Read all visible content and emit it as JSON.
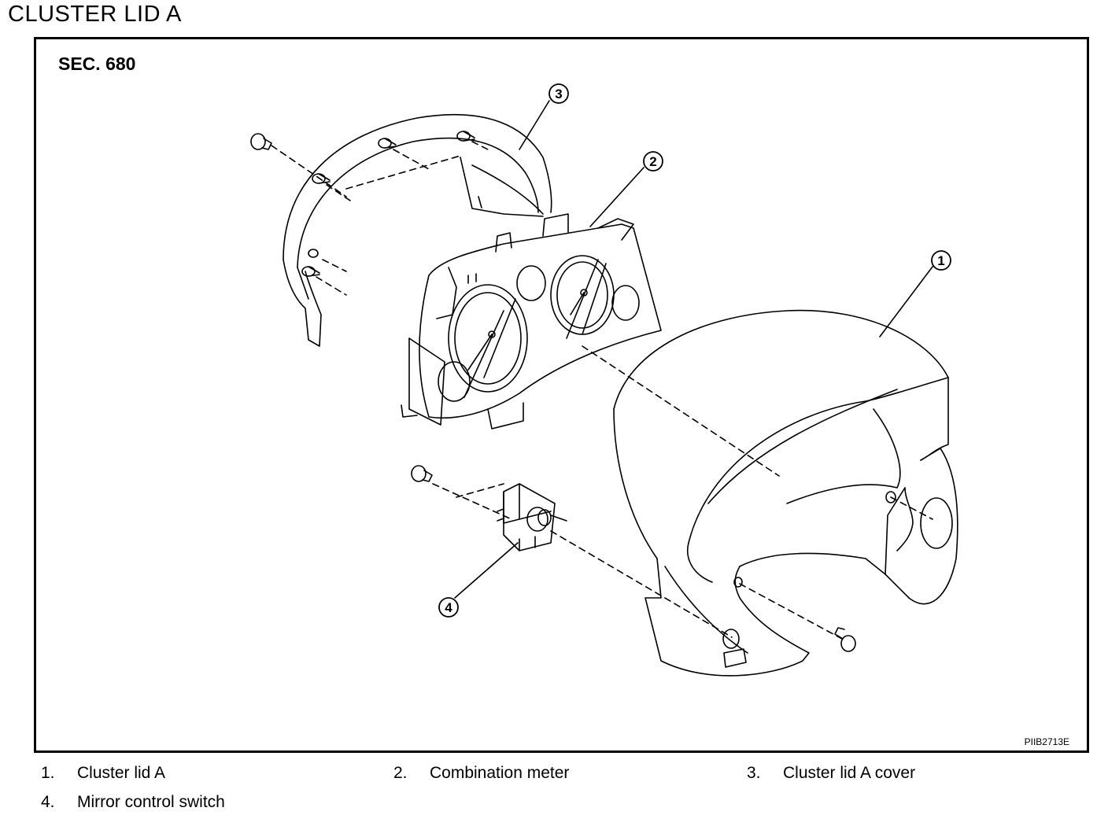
{
  "title": "CLUSTER LID A",
  "section": "SEC. 680",
  "figure_code": "PIIB2713E",
  "callouts": [
    "1",
    "2",
    "3",
    "4"
  ],
  "legend": [
    {
      "num": "1.",
      "text": "Cluster lid A"
    },
    {
      "num": "2.",
      "text": "Combination meter"
    },
    {
      "num": "3.",
      "text": "Cluster lid A cover"
    },
    {
      "num": "4.",
      "text": "Mirror control switch"
    }
  ]
}
